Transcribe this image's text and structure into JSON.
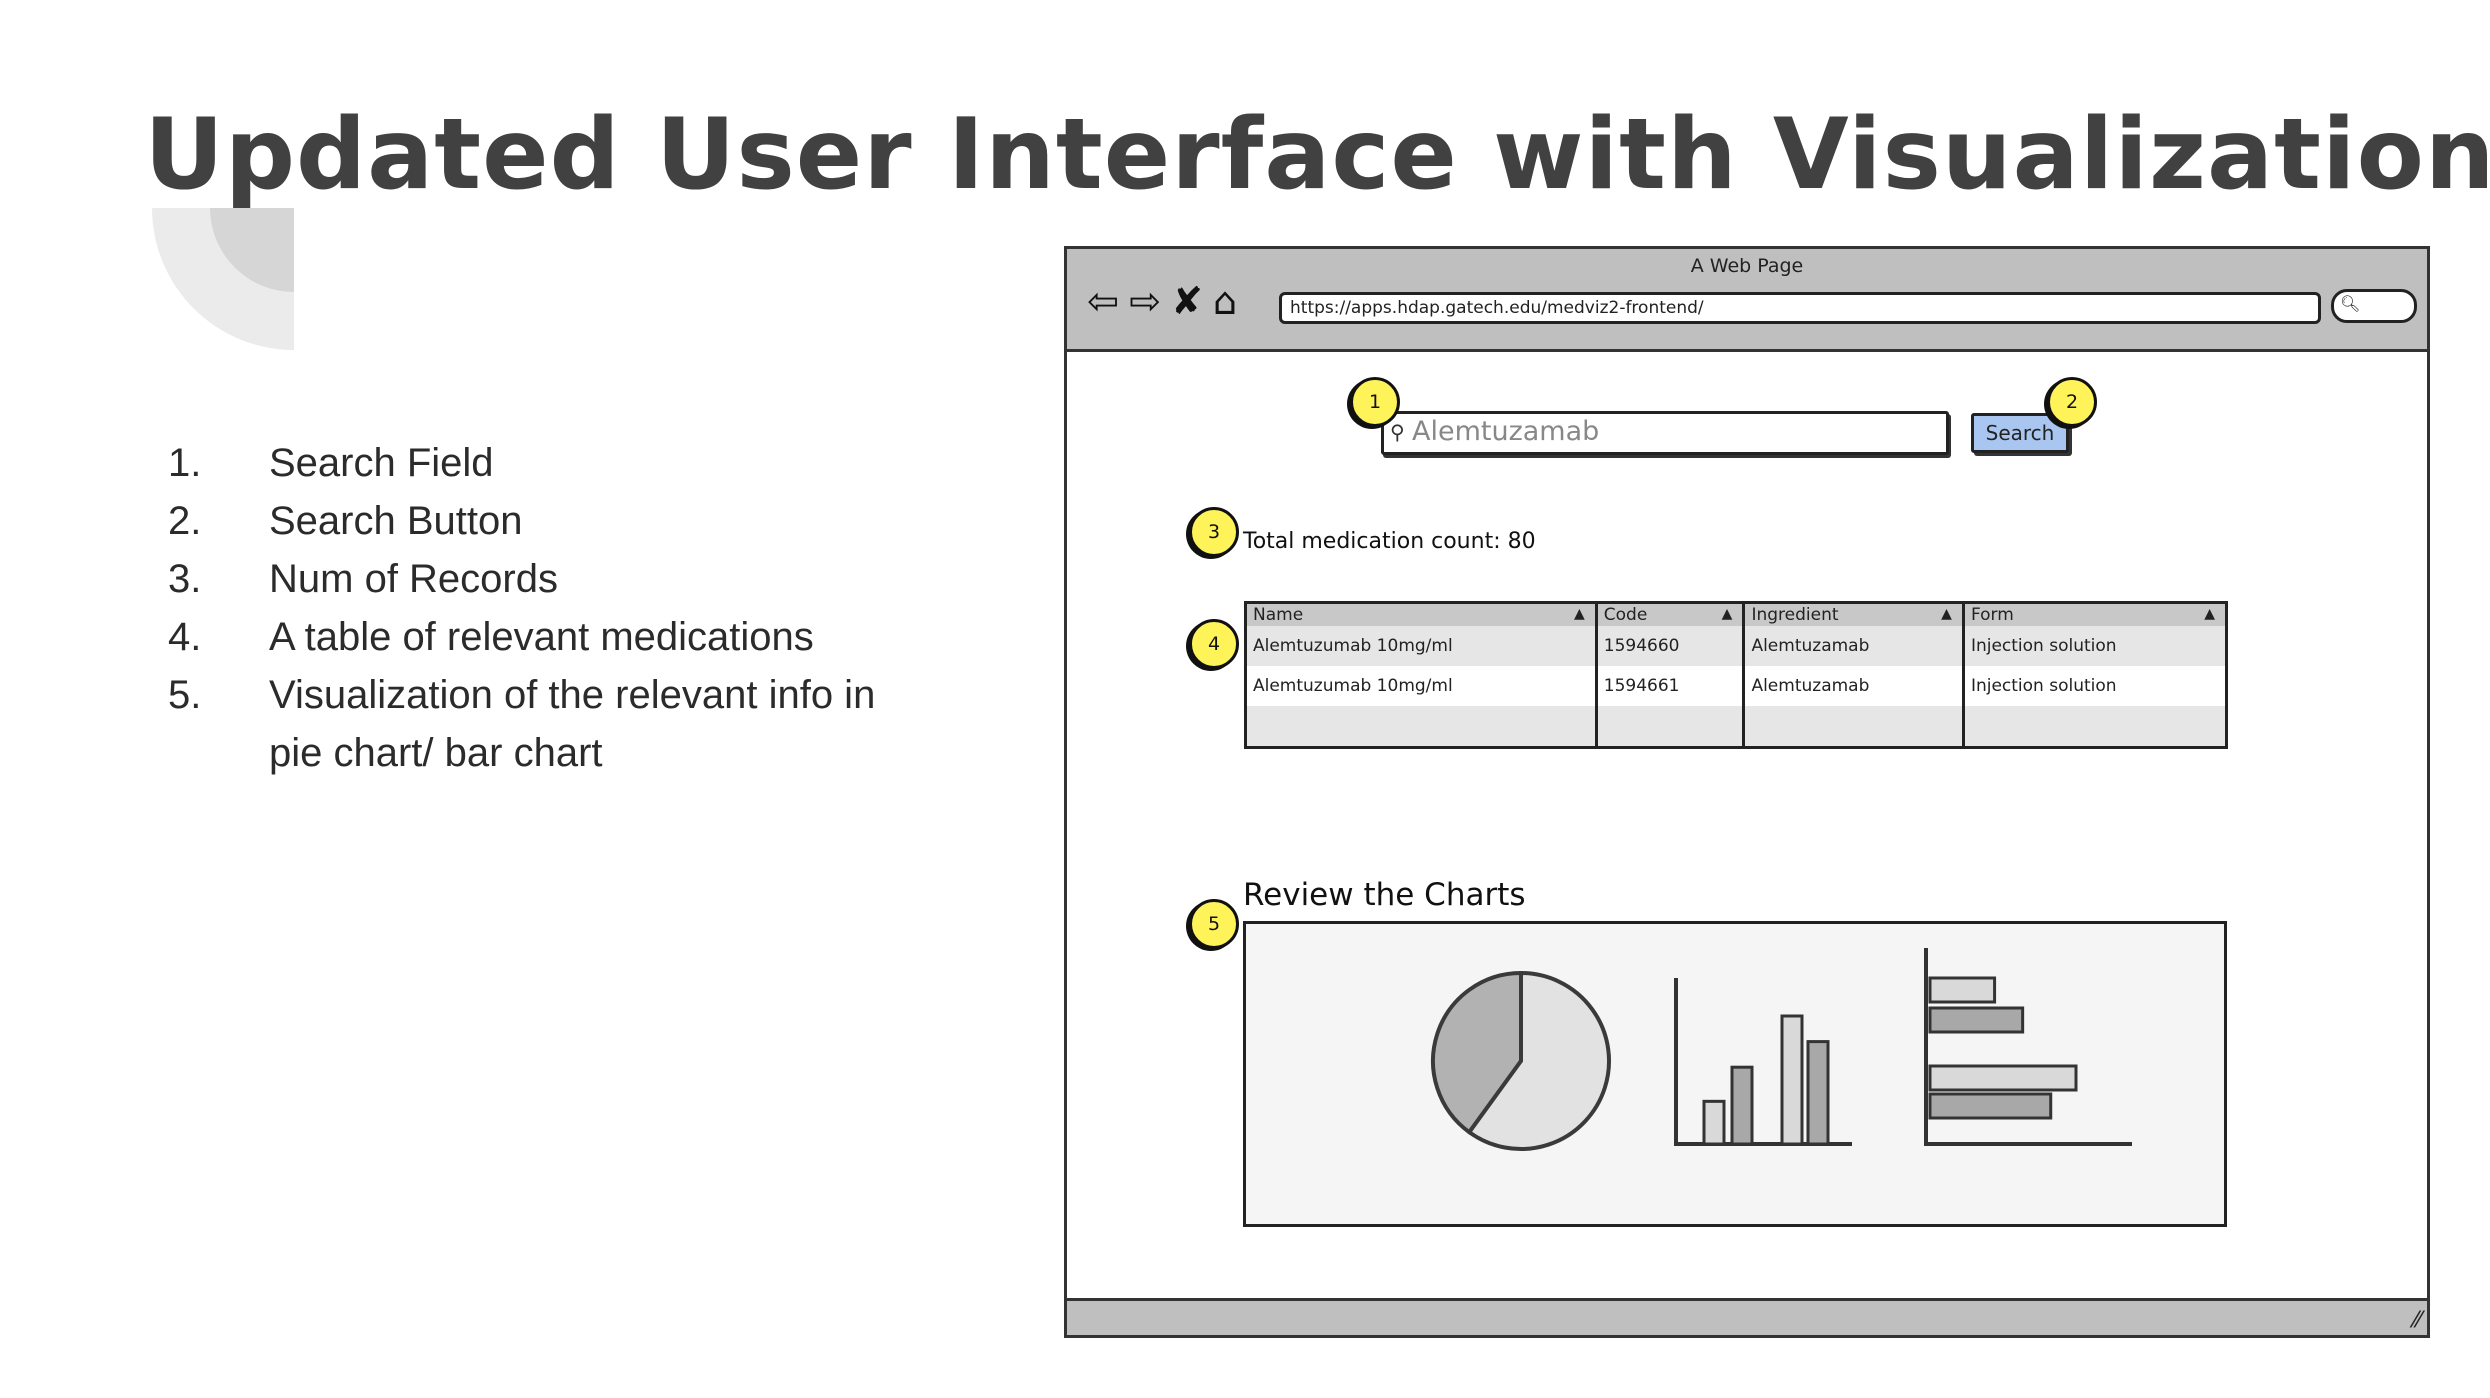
{
  "slide": {
    "title": "Updated User Interface with Visualization",
    "legend": [
      {
        "num": "1.",
        "text": "Search Field"
      },
      {
        "num": "2.",
        "text": "Search Button"
      },
      {
        "num": "3.",
        "text": "Num of Records"
      },
      {
        "num": "4.",
        "text": "A table of relevant medications"
      },
      {
        "num": "5.",
        "text": "Visualization of the relevant info in pie chart/ bar chart"
      }
    ]
  },
  "browser": {
    "window_title": "A Web Page",
    "url": "https://apps.hdap.gatech.edu/medviz2-frontend/",
    "nav_icons": [
      "back-arrow-icon",
      "forward-arrow-icon",
      "close-icon",
      "home-icon"
    ]
  },
  "search": {
    "value": "Alemtuzamab",
    "button_label": "Search"
  },
  "badges": [
    "1",
    "2",
    "3",
    "4",
    "5"
  ],
  "record_count_text": "Total medication count: 80",
  "table": {
    "headers": [
      "Name",
      "Code",
      "Ingredient",
      "Form"
    ],
    "rows": [
      [
        "Alemtuzumab 10mg/ml",
        "1594660",
        "Alemtuzamab",
        "Injection solution"
      ],
      [
        "Alemtuzumab 10mg/ml",
        "1594661",
        "Alemtuzamab",
        "Injection solution"
      ]
    ]
  },
  "charts_title": "Review the Charts",
  "chart_data": [
    {
      "type": "pie",
      "values": [
        40,
        60
      ],
      "colors": [
        "#b2b2b2",
        "#e2e2e2"
      ]
    },
    {
      "type": "bar",
      "values": [
        2.5,
        4.5,
        7.5,
        6.0
      ],
      "colors": [
        "#d9d9d9",
        "#a8a8a8",
        "#d9d9d9",
        "#a8a8a8"
      ]
    },
    {
      "type": "bar",
      "orientation": "horizontal",
      "values": [
        2.3,
        3.3,
        5.2,
        4.3
      ],
      "colors": [
        "#d9d9d9",
        "#a8a8a8",
        "#d9d9d9",
        "#a8a8a8"
      ]
    }
  ]
}
